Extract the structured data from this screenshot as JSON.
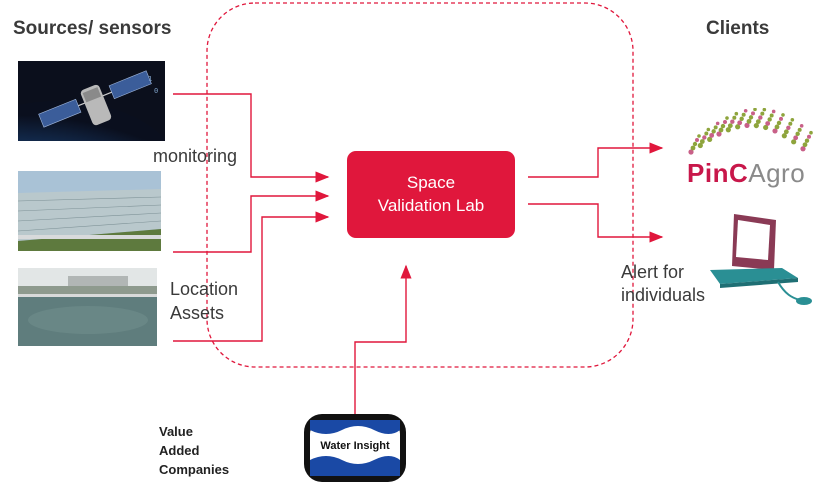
{
  "headings": {
    "sources": "Sources/ sensors",
    "clients": "Clients"
  },
  "labels": {
    "monitoring": "monitoring",
    "location": "Location",
    "assets": "Assets",
    "alert_line1": "Alert for",
    "alert_line2": "individuals",
    "value": "Value",
    "added": "Added",
    "companies": "Companies"
  },
  "center_box": {
    "line1": "Space",
    "line2": "Validation Lab"
  },
  "logos": {
    "pinc_bold": "PinC",
    "pinc_light": "Agro",
    "water_insight": "Water Insight"
  },
  "images": [
    {
      "name": "satellite-photo",
      "description_icon": "satellite-icon"
    },
    {
      "name": "greenhouse-photo",
      "description_icon": "greenhouse-icon"
    },
    {
      "name": "water-basin-photo",
      "description_icon": "water-basin-icon"
    },
    {
      "name": "computer-terminal",
      "description_icon": "computer-icon"
    }
  ],
  "colors": {
    "accent_red": "#e0173c",
    "pinc_red": "#c8174a",
    "pinc_grey": "#7a7a7a",
    "dots_green": "#8ea43c",
    "dots_pink": "#c86088",
    "computer_teal": "#2a8f94",
    "computer_maroon": "#8a3a55"
  }
}
